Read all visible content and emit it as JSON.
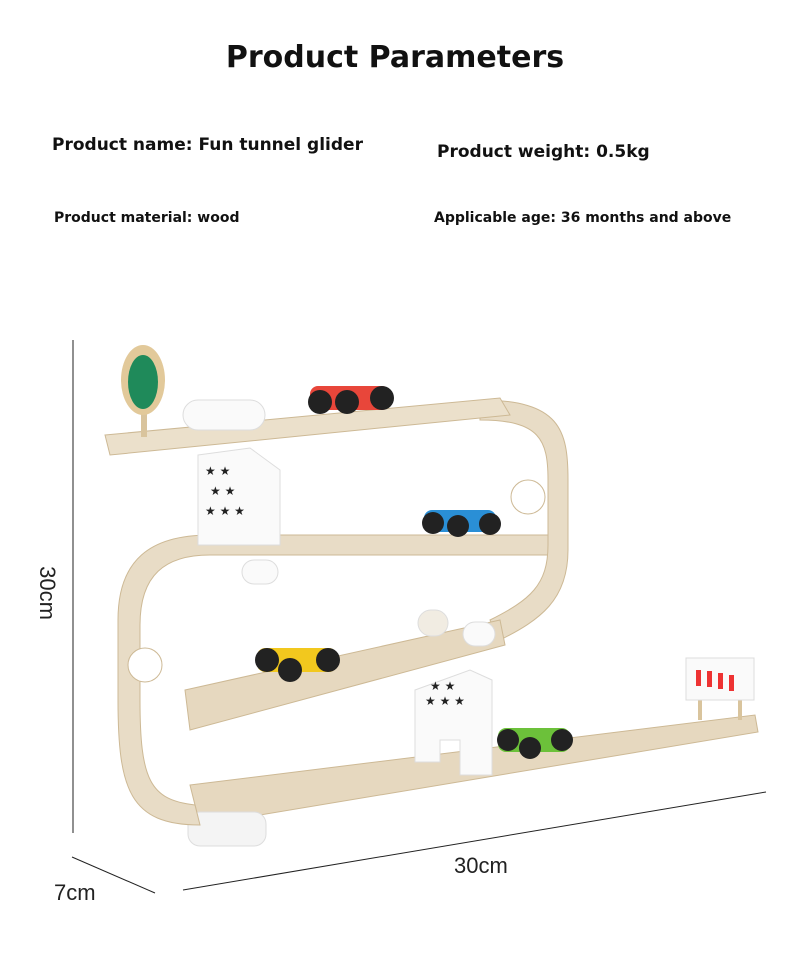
{
  "title": "Product Parameters",
  "params": {
    "name": "Product name: Fun tunnel glider",
    "weight": "Product weight: 0.5kg",
    "material": "Product material: wood",
    "age": "Applicable age: 36 months and above"
  },
  "dimensions": {
    "height": "30cm",
    "width": "30cm",
    "depth": "7cm"
  },
  "colors": {
    "wood": "#e8dcc6",
    "wood_edge": "#d7c6a6",
    "car_red": "#e8463a",
    "car_blue": "#2a8fd6",
    "car_yellow": "#f2c81e",
    "car_green": "#6cc13a",
    "sign_green": "#1f8a5a"
  }
}
